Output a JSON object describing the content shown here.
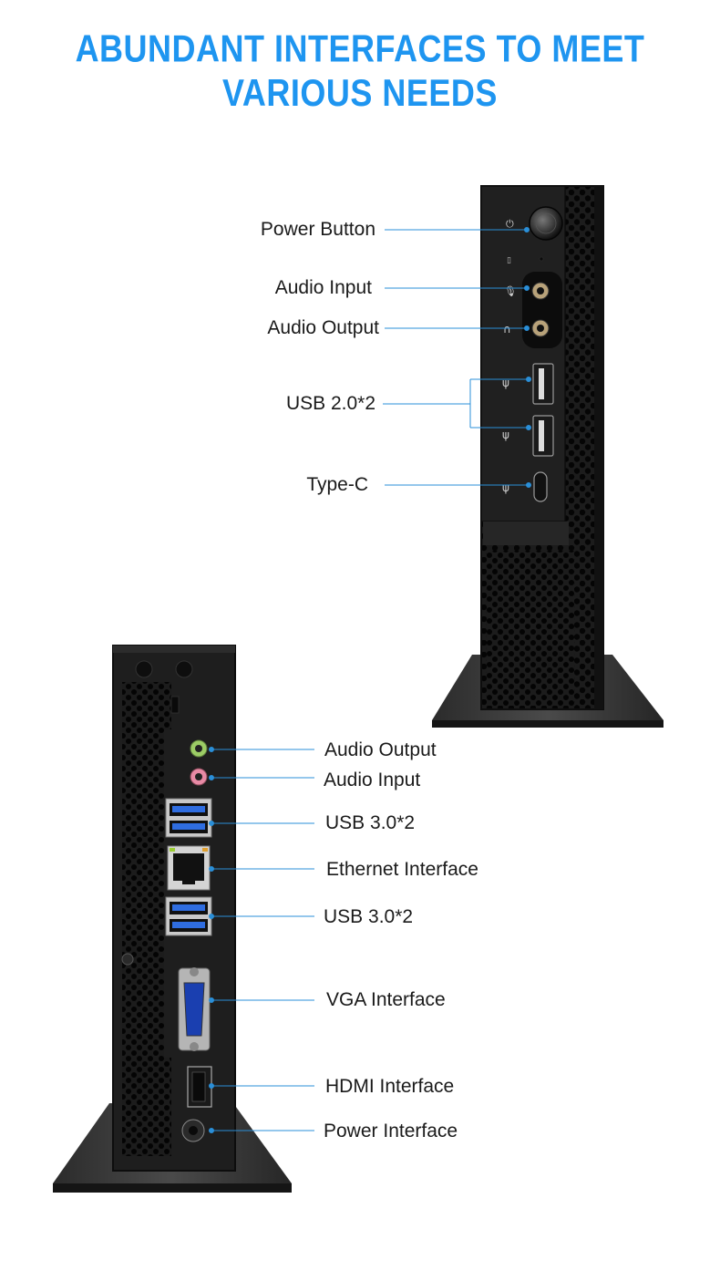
{
  "title": "ABUNDANT INTERFACES TO MEET VARIOUS NEEDS",
  "colors": {
    "title": "#1e95f0",
    "leader_line": "#2a8fd8",
    "chassis": "#1a1a1a",
    "usb3_blue": "#2f6de0",
    "audio_green": "#9ccc65",
    "audio_pink": "#e88aa5"
  },
  "front_panel": {
    "labels": [
      {
        "id": "power-button",
        "text": "Power Button"
      },
      {
        "id": "audio-input",
        "text": "Audio Input"
      },
      {
        "id": "audio-output",
        "text": "Audio Output"
      },
      {
        "id": "usb2",
        "text": "USB 2.0*2"
      },
      {
        "id": "type-c",
        "text": "Type-C"
      }
    ]
  },
  "rear_panel": {
    "labels": [
      {
        "id": "audio-output",
        "text": "Audio Output"
      },
      {
        "id": "audio-input",
        "text": "Audio Input"
      },
      {
        "id": "usb3-a",
        "text": "USB 3.0*2"
      },
      {
        "id": "ethernet",
        "text": "Ethernet Interface"
      },
      {
        "id": "usb3-b",
        "text": "USB 3.0*2"
      },
      {
        "id": "vga",
        "text": "VGA Interface"
      },
      {
        "id": "hdmi",
        "text": "HDMI Interface"
      },
      {
        "id": "power-interface",
        "text": "Power Interface"
      }
    ]
  }
}
